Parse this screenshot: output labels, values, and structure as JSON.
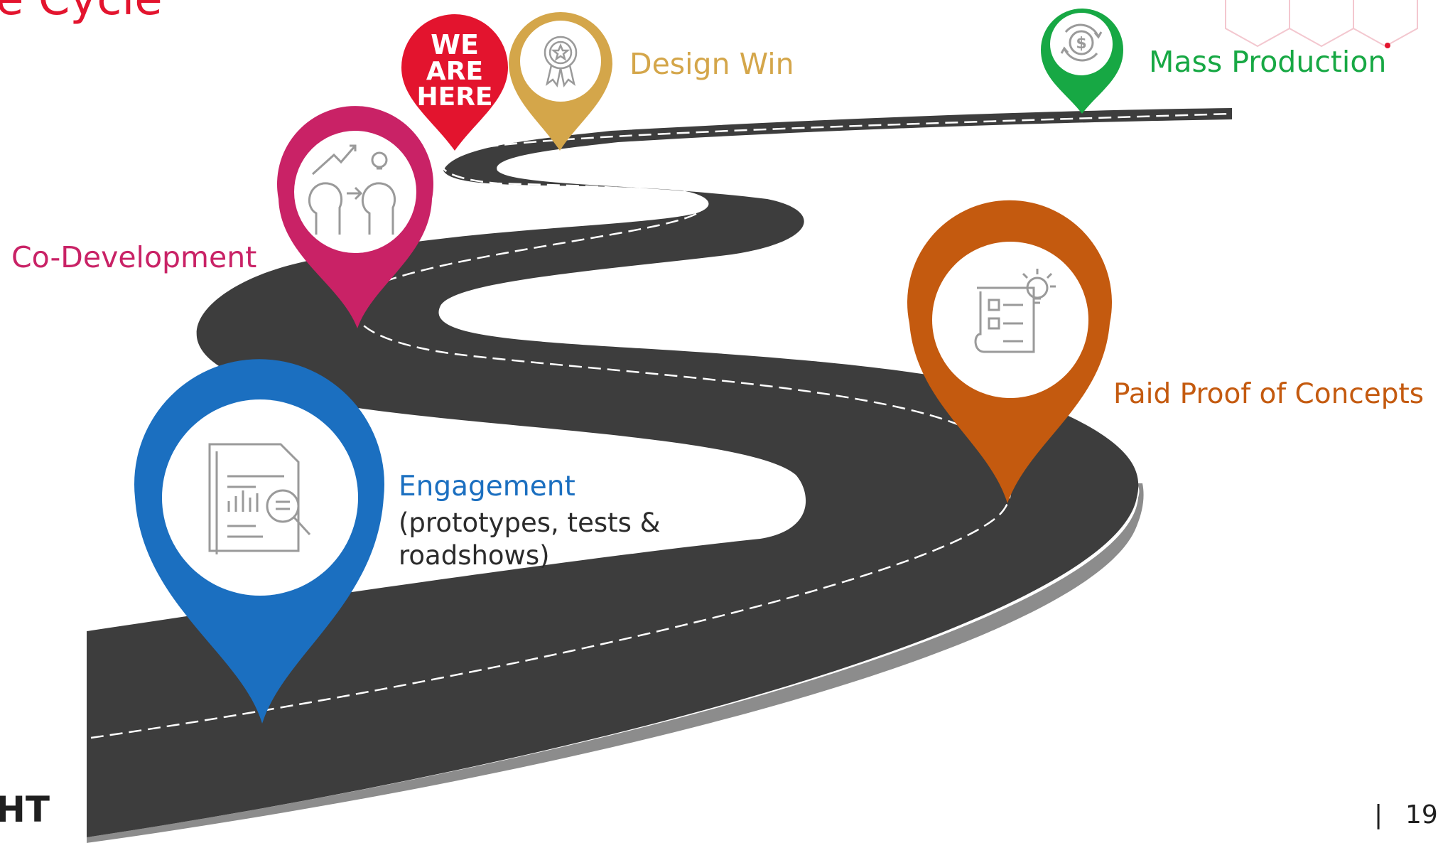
{
  "slide": {
    "title_fragment": "e Cycle",
    "footer_logo_fragment": "HT",
    "page_separator": "|",
    "page_number": "19"
  },
  "stages": {
    "we_are_here": {
      "line1": "WE",
      "line2": "ARE",
      "line3": "HERE",
      "color": "#e3142e"
    },
    "design_win": {
      "label": "Design Win",
      "icon": "award-badge-icon",
      "color": "#d4a64a"
    },
    "mass_production": {
      "label": "Mass Production",
      "icon": "dollar-cycle-icon",
      "color": "#17a844"
    },
    "co_development": {
      "label": "Co-Development",
      "icon": "heads-ideas-icon",
      "color": "#c92266"
    },
    "paid_proof_of_concepts": {
      "label": "Paid Proof of Concepts",
      "icon": "checklist-idea-icon",
      "color": "#c45a0f"
    },
    "engagement": {
      "label": "Engagement",
      "sub_line1": "(prototypes, tests &",
      "sub_line2": "roadshows)",
      "icon": "report-analysis-icon",
      "color": "#1b6fc0"
    }
  },
  "colors": {
    "road": "#3d3d3d",
    "road_edge": "#8c8c8c",
    "lane_marking": "#ffffff",
    "icon_gray": "#9a9a9a"
  }
}
